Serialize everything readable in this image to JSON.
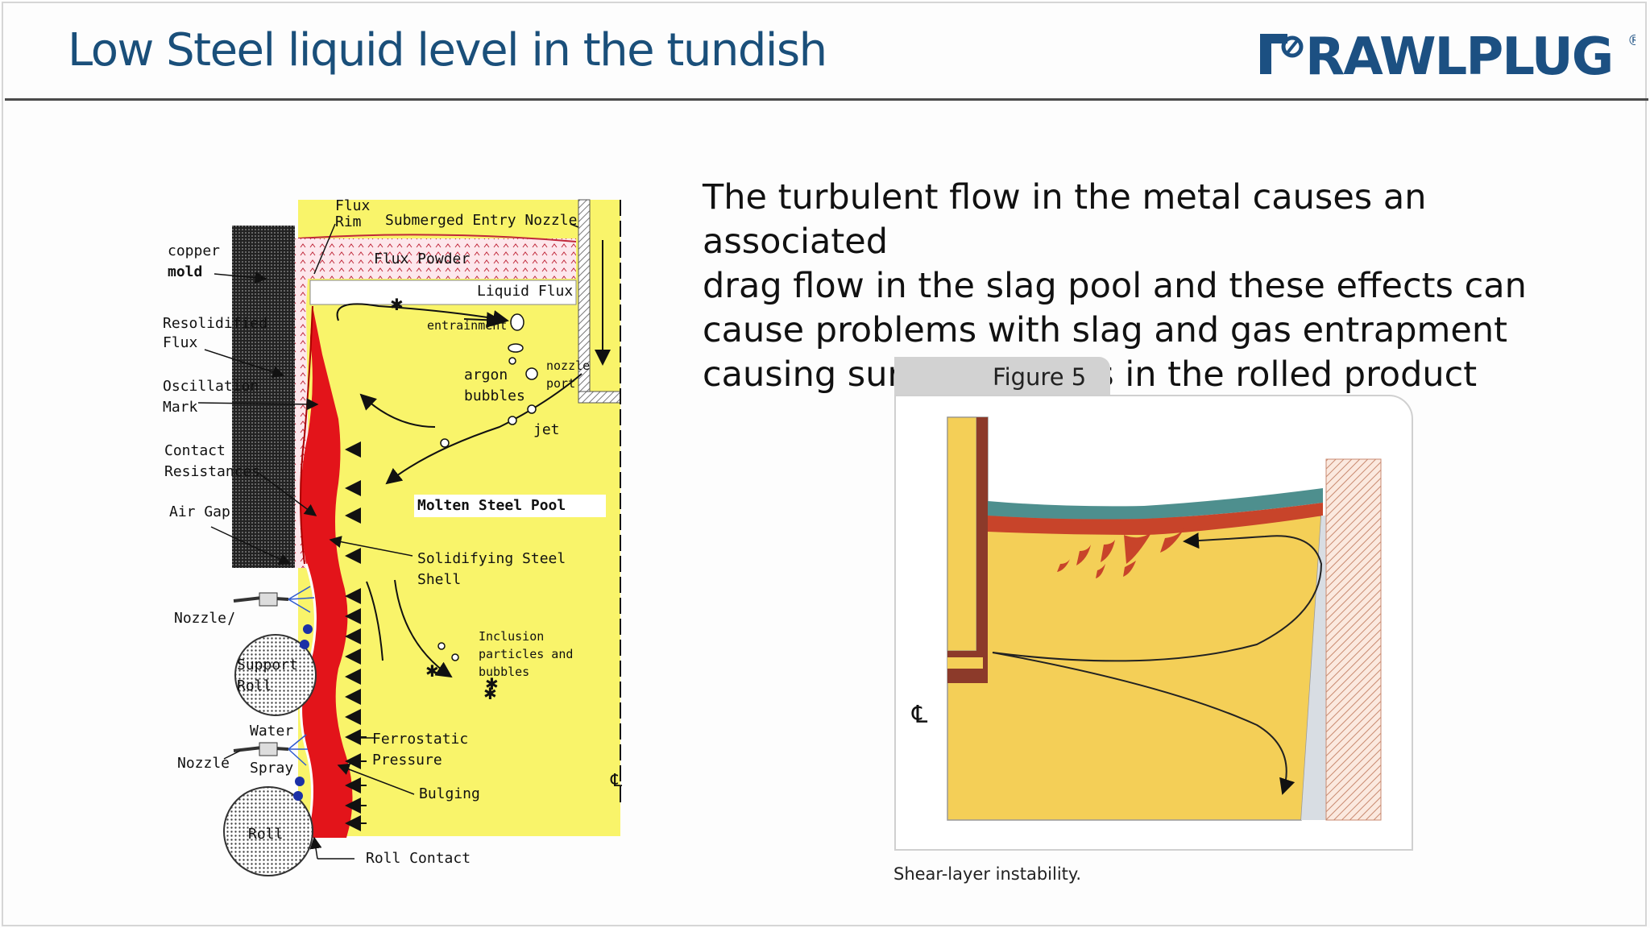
{
  "slide": {
    "title": "Low Steel liquid level in the tundish",
    "logo_text": "RAWLPLUG",
    "logo_mark": "®",
    "body_text": "The turbulent flow in the metal causes an associated\ndrag flow in the slag pool and these effects can\ncause  problems with slag and gas entrapment\ncausing surface defects in the rolled product"
  },
  "diagram_left": {
    "labels": {
      "flux_rim": "Flux\nRim",
      "sen": "Submerged Entry Nozzle",
      "copper_mold_1": "copper",
      "copper_mold_2": "mold",
      "flux_powder": "Flux Powder",
      "liquid_flux": "Liquid Flux",
      "resolidified_1": "Resolidified",
      "resolidified_2": "Flux",
      "entrainment": "entrainment",
      "nozzle_port_1": "nozzle",
      "nozzle_port_2": "port",
      "argon_1": "argon",
      "argon_2": "bubbles",
      "oscillation_1": "Oscillation",
      "oscillation_2": "Mark",
      "jet": "jet",
      "contact_1": "Contact",
      "contact_2": "Resistances",
      "air_gap": "Air Gap",
      "molten_pool": "Molten Steel Pool",
      "shell_1": "Solidifying Steel",
      "shell_2": "Shell",
      "nozzle_1": "Nozzle",
      "support_1": "Support",
      "support_2": "Roll",
      "inclusion_1": "Inclusion",
      "inclusion_2": "particles and",
      "inclusion_3": "bubbles",
      "water": "Water",
      "spray": "Spray",
      "nozzle_2": "Nozzle",
      "ferro_1": "Ferrostatic",
      "ferro_2": "Pressure",
      "bulging": "Bulging",
      "roll": "Roll",
      "roll_contact": "Roll Contact",
      "centerline": "℄"
    }
  },
  "figure5": {
    "tab_label": "Figure 5",
    "caption": "Shear-layer instability.",
    "centerline": "℄"
  },
  "colors": {
    "title": "#1a4f7a",
    "steel_pool": "#f9f46a",
    "shell": "#e3141a",
    "fig_steel": "#f4cf57",
    "fig_slag_red": "#c8442a",
    "fig_slag_teal": "#4e8f8e"
  }
}
